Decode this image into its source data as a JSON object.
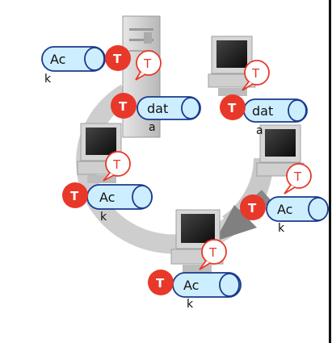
{
  "token_label": "T",
  "colors": {
    "token_fill": "#e8382a",
    "token_bubble_stroke": "#e8382a",
    "packet_fill": "#cdeeff",
    "packet_stroke": "#1a3a8c",
    "ring": "#c9c9c9",
    "right_border": "#111111"
  },
  "packets": [
    {
      "id": "ack-top-left",
      "label": "Ac",
      "sub": "k"
    },
    {
      "id": "data-center",
      "label": "dat",
      "sub": "a"
    },
    {
      "id": "data-right",
      "label": "dat",
      "sub": "a"
    },
    {
      "id": "ack-left",
      "label": "Ac",
      "sub": "k"
    },
    {
      "id": "ack-right",
      "label": "Ac",
      "sub": "k"
    },
    {
      "id": "ack-bottom",
      "label": "Ac",
      "sub": "k"
    }
  ],
  "computers": [
    {
      "id": "tower-top"
    },
    {
      "id": "computer-top-right"
    },
    {
      "id": "computer-left"
    },
    {
      "id": "computer-right"
    },
    {
      "id": "computer-bottom"
    }
  ]
}
